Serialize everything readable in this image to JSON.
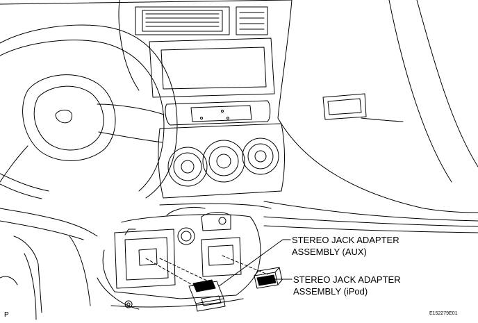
{
  "callouts": {
    "aux": {
      "line1": "STEREO JACK ADAPTER",
      "line2": "ASSEMBLY (AUX)"
    },
    "ipod": {
      "line1": "STEREO JACK ADAPTER",
      "line2": "ASSEMBLY (iPod)"
    }
  },
  "corner_mark": "P",
  "figure_code": "E152279E01",
  "colors": {
    "ink": "#000000",
    "paper": "#ffffff"
  }
}
